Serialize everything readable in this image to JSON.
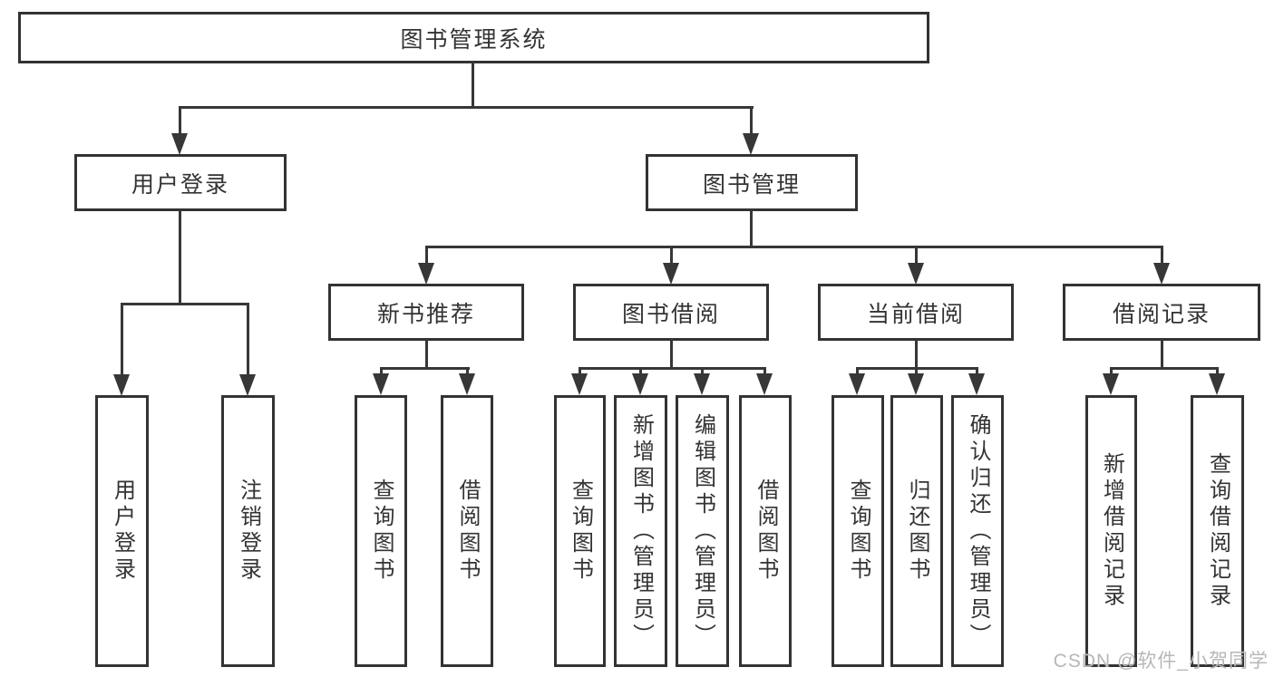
{
  "diagram": {
    "title": "图书管理系统",
    "branches": [
      {
        "label": "用户登录",
        "children": [
          {
            "label": "用户登录"
          },
          {
            "label": "注销登录"
          }
        ]
      },
      {
        "label": "图书管理",
        "children": [
          {
            "label": "新书推荐",
            "children": [
              {
                "label": "查询图书"
              },
              {
                "label": "借阅图书"
              }
            ]
          },
          {
            "label": "图书借阅",
            "children": [
              {
                "label": "查询图书"
              },
              {
                "label": "新增图书（管理员）"
              },
              {
                "label": "编辑图书（管理员）"
              },
              {
                "label": "借阅图书"
              }
            ]
          },
          {
            "label": "当前借阅",
            "children": [
              {
                "label": "查询图书"
              },
              {
                "label": "归还图书"
              },
              {
                "label": "确认归还（管理员）"
              }
            ]
          },
          {
            "label": "借阅记录",
            "children": [
              {
                "label": "新增借阅记录"
              },
              {
                "label": "查询借阅记录"
              }
            ]
          }
        ]
      }
    ]
  },
  "watermark": "CSDN @软件_小贺同学",
  "colors": {
    "line": "#373737",
    "text": "#333333",
    "background": "#ffffff",
    "watermark": "#b7b7b7"
  }
}
